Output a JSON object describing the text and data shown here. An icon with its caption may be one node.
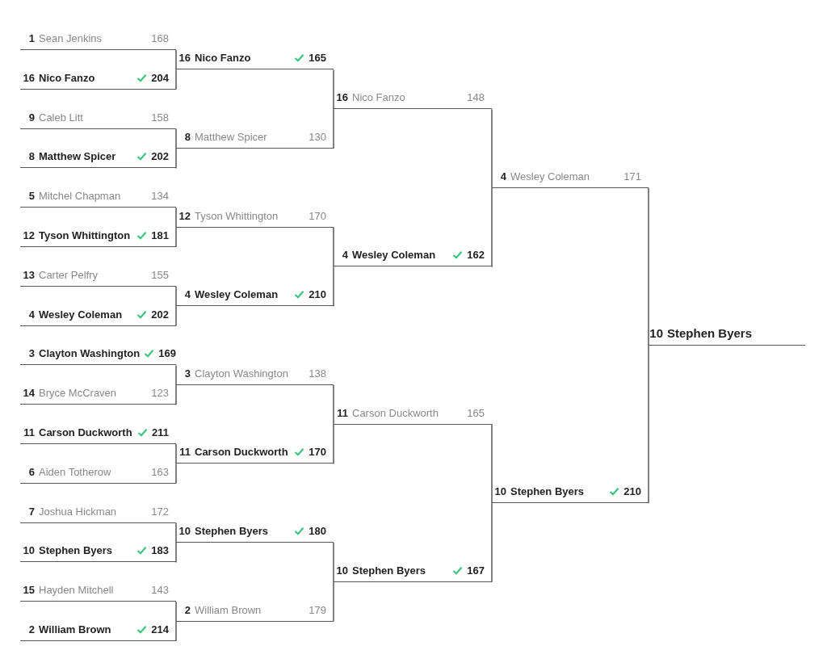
{
  "diagram": {
    "nodes": [
      {
        "text": [
          "1",
          "Sean Jenkins",
          "168"
        ]
      },
      {
        "text": [
          "16",
          "Nico Fanzo",
          "204"
        ]
      },
      {
        "text": [
          "9",
          "Caleb Litt",
          "158"
        ]
      },
      {
        "text": [
          "8",
          "Matthew Spicer",
          "202"
        ]
      },
      {
        "text": [
          "5",
          "Mitchel Chapman",
          "134"
        ]
      },
      {
        "text": [
          "12",
          "Tyson Whittington",
          "181"
        ]
      },
      {
        "text": [
          "13",
          "Carter Pelfry",
          "155"
        ]
      },
      {
        "text": [
          "4",
          "Wesley Coleman",
          "202"
        ]
      },
      {
        "text": [
          "3",
          "Clayton Washington",
          "169"
        ]
      },
      {
        "text": [
          "14",
          "Bryce McCraven",
          "123"
        ]
      },
      {
        "text": [
          "11",
          "Carson Duckworth",
          "211"
        ]
      },
      {
        "text": [
          "6",
          "Aiden Totherow",
          "163"
        ]
      },
      {
        "text": [
          "7",
          "Joshua Hickman",
          "172"
        ]
      },
      {
        "text": [
          "10",
          "Stephen Byers",
          "183"
        ]
      },
      {
        "text": [
          "15",
          "Hayden Mitchell",
          "143"
        ]
      },
      {
        "text": [
          "2",
          "William Brown",
          "214"
        ]
      },
      {
        "text": [
          "16",
          "Nico Fanzo",
          "165"
        ]
      },
      {
        "text": [
          "8",
          "Matthew Spicer",
          "130"
        ]
      },
      {
        "text": [
          "12",
          "Tyson Whittington",
          "170"
        ]
      },
      {
        "text": [
          "4",
          "Wesley Coleman",
          "210"
        ]
      },
      {
        "text": [
          "3",
          "Clayton Washington",
          "138"
        ]
      },
      {
        "text": [
          "11",
          "Carson Duckworth",
          "170"
        ]
      },
      {
        "text": [
          "10",
          "Stephen Byers",
          "180"
        ]
      },
      {
        "text": [
          "2",
          "William Brown",
          "179"
        ]
      },
      {
        "text": [
          "16",
          "Nico Fanzo",
          "148"
        ]
      },
      {
        "text": [
          "4",
          "Wesley Coleman",
          "162"
        ]
      },
      {
        "text": [
          "11",
          "Carson Duckworth",
          "165"
        ]
      },
      {
        "text": [
          "10",
          "Stephen Byers",
          "167"
        ]
      },
      {
        "text": [
          "4",
          "Wesley Coleman",
          "171"
        ]
      },
      {
        "text": [
          "10",
          "Stephen Byers",
          "210"
        ]
      },
      {
        "text": [
          "10",
          "Stephen Byers"
        ]
      }
    ],
    "edges": [
      {
        "from": 0,
        "to": 16,
        "arrow": "none"
      },
      {
        "from": 1,
        "to": 16,
        "arrow": "none"
      },
      {
        "from": 2,
        "to": 17,
        "arrow": "none"
      },
      {
        "from": 3,
        "to": 17,
        "arrow": "none"
      },
      {
        "from": 4,
        "to": 18,
        "arrow": "none"
      },
      {
        "from": 5,
        "to": 18,
        "arrow": "none"
      },
      {
        "from": 6,
        "to": 19,
        "arrow": "none"
      },
      {
        "from": 7,
        "to": 19,
        "arrow": "none"
      },
      {
        "from": 8,
        "to": 20,
        "arrow": "none"
      },
      {
        "from": 9,
        "to": 20,
        "arrow": "none"
      },
      {
        "from": 10,
        "to": 21,
        "arrow": "none"
      },
      {
        "from": 11,
        "to": 21,
        "arrow": "none"
      },
      {
        "from": 12,
        "to": 22,
        "arrow": "none"
      },
      {
        "from": 13,
        "to": 22,
        "arrow": "none"
      },
      {
        "from": 14,
        "to": 23,
        "arrow": "none"
      },
      {
        "from": 15,
        "to": 23,
        "arrow": "none"
      },
      {
        "from": 16,
        "to": 24,
        "arrow": "none"
      },
      {
        "from": 17,
        "to": 24,
        "arrow": "none"
      },
      {
        "from": 18,
        "to": 25,
        "arrow": "none"
      },
      {
        "from": 19,
        "to": 25,
        "arrow": "none"
      },
      {
        "from": 20,
        "to": 26,
        "arrow": "none"
      },
      {
        "from": 21,
        "to": 26,
        "arrow": "none"
      },
      {
        "from": 22,
        "to": 27,
        "arrow": "none"
      },
      {
        "from": 23,
        "to": 27,
        "arrow": "none"
      },
      {
        "from": 24,
        "to": 28,
        "arrow": "none"
      },
      {
        "from": 25,
        "to": 28,
        "arrow": "none"
      },
      {
        "from": 26,
        "to": 29,
        "arrow": "none"
      },
      {
        "from": 27,
        "to": 29,
        "arrow": "none"
      },
      {
        "from": 28,
        "to": 30,
        "arrow": "none"
      },
      {
        "from": 29,
        "to": 30,
        "arrow": "none"
      }
    ]
  }
}
